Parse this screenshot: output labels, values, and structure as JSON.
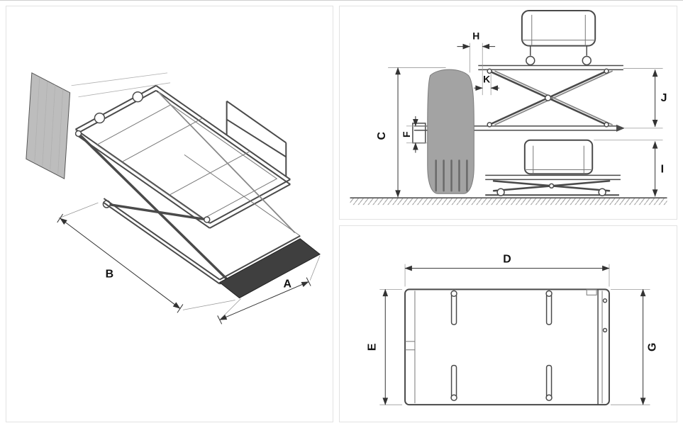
{
  "iso": {
    "label_a": "A",
    "label_b": "B"
  },
  "side": {
    "label_c": "C",
    "label_f": "F",
    "label_h": "H",
    "label_k": "K",
    "label_j": "J",
    "label_i": "I"
  },
  "plan": {
    "label_d": "D",
    "label_e": "E",
    "label_g": "G"
  },
  "colors": {
    "structure_line": "#4a4a4a",
    "dimension_line": "#333333",
    "wall": "#bdbdbd",
    "tire": "#a3a3a3",
    "flap": "#3f3f3f",
    "panel_background": "#ffffff",
    "panel_border": "#e2e2e2"
  }
}
